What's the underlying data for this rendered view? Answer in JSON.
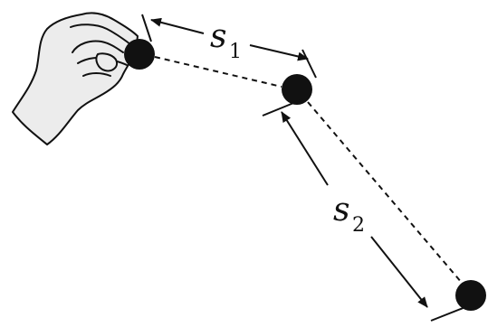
{
  "labels": {
    "s1": {
      "main": "s",
      "sub": "1"
    },
    "s2": {
      "main": "s",
      "sub": "2"
    }
  },
  "colors": {
    "ink": "#111111",
    "hand_fill": "#ececec",
    "ball": "#111111"
  },
  "icons": {
    "hand": "hand-icon"
  }
}
